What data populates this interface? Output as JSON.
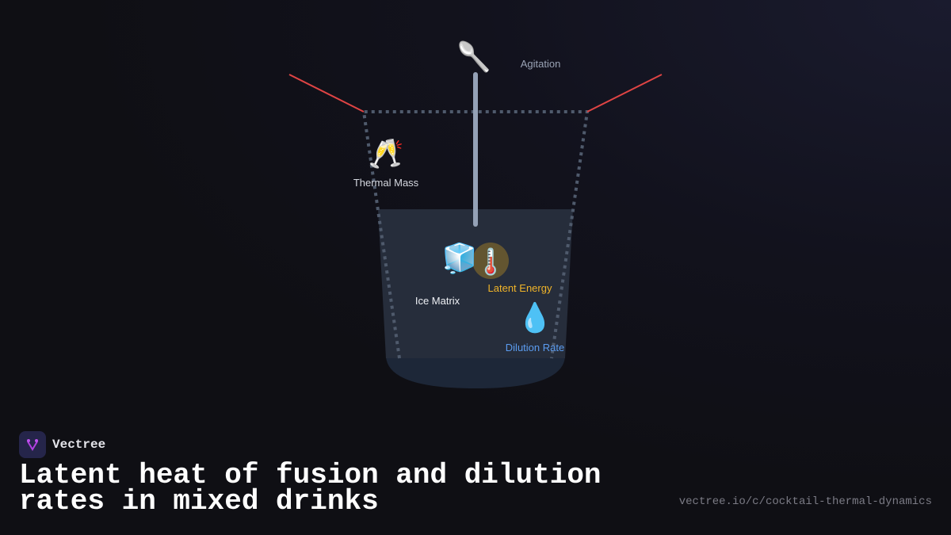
{
  "diagram": {
    "labels": {
      "agitation": "Agitation",
      "thermal_mass": "Thermal Mass",
      "ice_matrix": "Ice Matrix",
      "latent_energy": "Latent Energy",
      "dilution_rate": "Dilution Rate"
    },
    "icons": {
      "spoon": "🥄",
      "glasses": "🥂",
      "ice": "🧊",
      "thermometer": "🌡️",
      "droplet": "💧"
    },
    "colors": {
      "accent_lines": "#e04444",
      "latent_energy": "#f0b429",
      "dilution_rate": "#5b9cf0",
      "liquid": "#262d3b"
    }
  },
  "footer": {
    "brand": "Vectree",
    "title": "Latent heat of fusion and dilution rates in mixed drinks",
    "url": "vectree.io/c/cocktail-thermal-dynamics"
  }
}
